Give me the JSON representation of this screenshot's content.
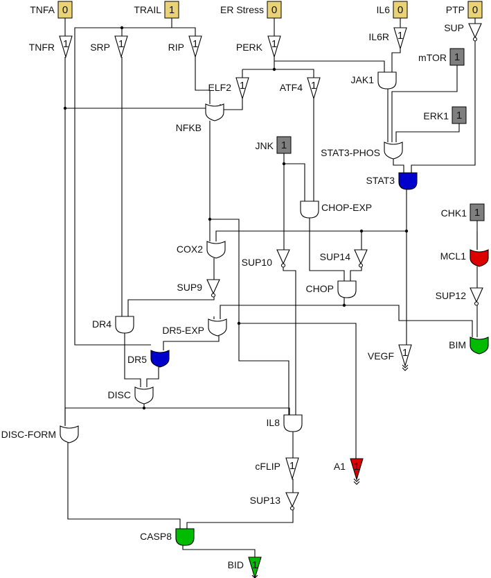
{
  "colors": {
    "input_on": "#EAD277",
    "input_off": "#EAD277",
    "fixed": "#7F7F7F",
    "blue": "#0000CC",
    "red": "#DD0000",
    "green": "#00BB00",
    "white": "#FFFFFF"
  },
  "inputs": [
    {
      "id": "TNFA",
      "label": "TNFA",
      "value": "0",
      "kind": "input"
    },
    {
      "id": "TRAIL",
      "label": "TRAIL",
      "value": "1",
      "kind": "input"
    },
    {
      "id": "ERS",
      "label": "ER Stress",
      "value": "0",
      "kind": "input"
    },
    {
      "id": "IL6",
      "label": "IL6",
      "value": "0",
      "kind": "input"
    },
    {
      "id": "PTP",
      "label": "PTP",
      "value": "0",
      "kind": "input"
    },
    {
      "id": "MTOR",
      "label": "mTOR",
      "value": "1",
      "kind": "fixed"
    },
    {
      "id": "ERK1",
      "label": "ERK1",
      "value": "1",
      "kind": "fixed"
    },
    {
      "id": "JNK",
      "label": "JNK",
      "value": "1",
      "kind": "fixed"
    },
    {
      "id": "CHK1",
      "label": "CHK1",
      "value": "1",
      "kind": "fixed"
    }
  ],
  "gates": [
    {
      "id": "TNFR",
      "label": "TNFR",
      "type": "buffer",
      "fill": "white",
      "glyph": "1"
    },
    {
      "id": "SRP",
      "label": "SRP",
      "type": "buffer",
      "fill": "white",
      "glyph": "1"
    },
    {
      "id": "RIP",
      "label": "RIP",
      "type": "buffer",
      "fill": "white",
      "glyph": "1"
    },
    {
      "id": "PERK",
      "label": "PERK",
      "type": "buffer",
      "fill": "white",
      "glyph": "1"
    },
    {
      "id": "IL6R",
      "label": "IL6R",
      "type": "buffer",
      "fill": "white",
      "glyph": "1"
    },
    {
      "id": "SUP",
      "label": "SUP",
      "type": "not",
      "fill": "white",
      "glyph": ""
    },
    {
      "id": "ELF2",
      "label": "ELF2",
      "type": "buffer",
      "fill": "white",
      "glyph": "1"
    },
    {
      "id": "ATF4",
      "label": "ATF4",
      "type": "buffer",
      "fill": "white",
      "glyph": "1"
    },
    {
      "id": "JAK1",
      "label": "JAK1",
      "type": "and",
      "fill": "white",
      "glyph": ""
    },
    {
      "id": "NFKB",
      "label": "NFKB",
      "type": "or",
      "fill": "white",
      "glyph": ""
    },
    {
      "id": "STAT3PHOS",
      "label": "STAT3-PHOS",
      "type": "or",
      "fill": "white",
      "glyph": ""
    },
    {
      "id": "STAT3",
      "label": "STAT3",
      "type": "and",
      "fill": "blue",
      "glyph": ""
    },
    {
      "id": "CHOPEXP",
      "label": "CHOP-EXP",
      "type": "and",
      "fill": "white",
      "glyph": ""
    },
    {
      "id": "COX2",
      "label": "COX2",
      "type": "or",
      "fill": "white",
      "glyph": ""
    },
    {
      "id": "MCL1",
      "label": "MCL1",
      "type": "or",
      "fill": "red",
      "glyph": ""
    },
    {
      "id": "SUP10",
      "label": "SUP10",
      "type": "not",
      "fill": "white",
      "glyph": ""
    },
    {
      "id": "SUP14",
      "label": "SUP14",
      "type": "not",
      "fill": "white",
      "glyph": ""
    },
    {
      "id": "CHOP",
      "label": "CHOP",
      "type": "and",
      "fill": "white",
      "glyph": ""
    },
    {
      "id": "SUP9",
      "label": "SUP9",
      "type": "not",
      "fill": "white",
      "glyph": ""
    },
    {
      "id": "SUP12",
      "label": "SUP12",
      "type": "not",
      "fill": "white",
      "glyph": ""
    },
    {
      "id": "DR4",
      "label": "DR4",
      "type": "and",
      "fill": "white",
      "glyph": ""
    },
    {
      "id": "DR5EXP",
      "label": "DR5-EXP",
      "type": "or",
      "fill": "white",
      "glyph": ""
    },
    {
      "id": "BIM",
      "label": "BIM",
      "type": "or",
      "fill": "green",
      "glyph": ""
    },
    {
      "id": "VEGF",
      "label": "VEGF",
      "type": "buffer",
      "fill": "white",
      "glyph": "1"
    },
    {
      "id": "DR5",
      "label": "DR5",
      "type": "or",
      "fill": "blue",
      "glyph": ""
    },
    {
      "id": "DISC",
      "label": "DISC",
      "type": "or",
      "fill": "white",
      "glyph": ""
    },
    {
      "id": "DISCFORM",
      "label": "DISC-FORM",
      "type": "or",
      "fill": "white",
      "glyph": ""
    },
    {
      "id": "IL8",
      "label": "IL8",
      "type": "and",
      "fill": "white",
      "glyph": ""
    },
    {
      "id": "CFLIP",
      "label": "cFLIP",
      "type": "buffer",
      "fill": "white",
      "glyph": "1"
    },
    {
      "id": "A1",
      "label": "A1",
      "type": "buffer",
      "fill": "red",
      "glyph": "1"
    },
    {
      "id": "SUP13",
      "label": "SUP13",
      "type": "not",
      "fill": "white",
      "glyph": ""
    },
    {
      "id": "CASP8",
      "label": "CASP8",
      "type": "and",
      "fill": "green",
      "glyph": ""
    },
    {
      "id": "BID",
      "label": "BID",
      "type": "buffer",
      "fill": "green",
      "glyph": "1"
    }
  ]
}
